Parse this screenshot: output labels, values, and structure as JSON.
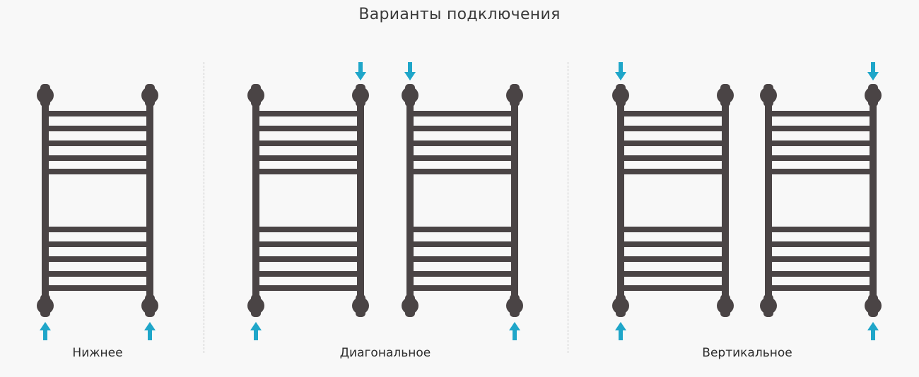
{
  "title": "Варианты подключения",
  "groups": [
    {
      "label": "Нижнее"
    },
    {
      "label": "Диагональное"
    },
    {
      "label": "Вертикальное"
    }
  ],
  "rails": [
    {
      "group": 0,
      "arrows": [
        "bottom-left",
        "bottom-right"
      ]
    },
    {
      "group": 1,
      "arrows": [
        "bottom-left",
        "top-right"
      ]
    },
    {
      "group": 1,
      "arrows": [
        "top-left",
        "bottom-right"
      ]
    },
    {
      "group": 2,
      "arrows": [
        "top-left",
        "bottom-left"
      ]
    },
    {
      "group": 2,
      "arrows": [
        "top-right",
        "bottom-right"
      ]
    }
  ],
  "colors": {
    "rail": "#4a4445",
    "arrow": "#1fa6c9",
    "background": "#f8f8f8",
    "text": "#3a3a3a"
  },
  "icons": {
    "arrow": "arrow-icon",
    "rail": "towel-rail-icon"
  }
}
